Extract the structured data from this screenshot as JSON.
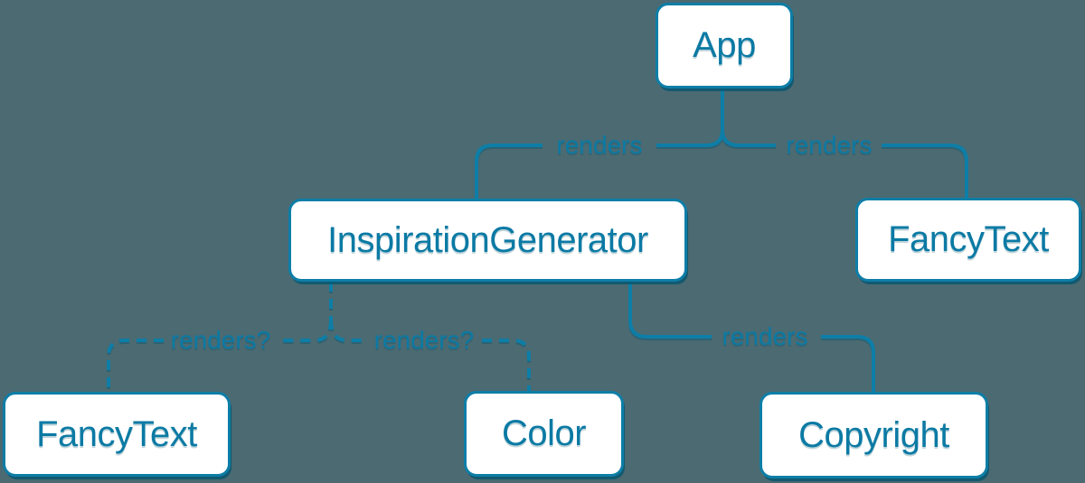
{
  "diagram": {
    "kind": "component-render-tree",
    "colors": {
      "background": "#4b6a72",
      "line": "#0d7ea7",
      "node_background": "#ffffff",
      "node_border": "#0d7ea7",
      "node_text": "#0b7aa4",
      "shadow": "#085670"
    },
    "nodes": [
      {
        "id": "app",
        "label": "App"
      },
      {
        "id": "inspiration-generator",
        "label": "InspirationGenerator"
      },
      {
        "id": "fancy-text-top",
        "label": "FancyText"
      },
      {
        "id": "fancy-text-bottom",
        "label": "FancyText"
      },
      {
        "id": "color",
        "label": "Color"
      },
      {
        "id": "copyright",
        "label": "Copyright"
      }
    ],
    "edges": [
      {
        "from": "App",
        "to": "InspirationGenerator",
        "label": "renders",
        "style": "solid"
      },
      {
        "from": "App",
        "to": "FancyText",
        "label": "renders",
        "style": "solid"
      },
      {
        "from": "InspirationGenerator",
        "to": "FancyText",
        "label": "renders?",
        "style": "dashed"
      },
      {
        "from": "InspirationGenerator",
        "to": "Color",
        "label": "renders?",
        "style": "dashed"
      },
      {
        "from": "InspirationGenerator",
        "to": "Copyright",
        "label": "renders",
        "style": "solid"
      }
    ]
  }
}
